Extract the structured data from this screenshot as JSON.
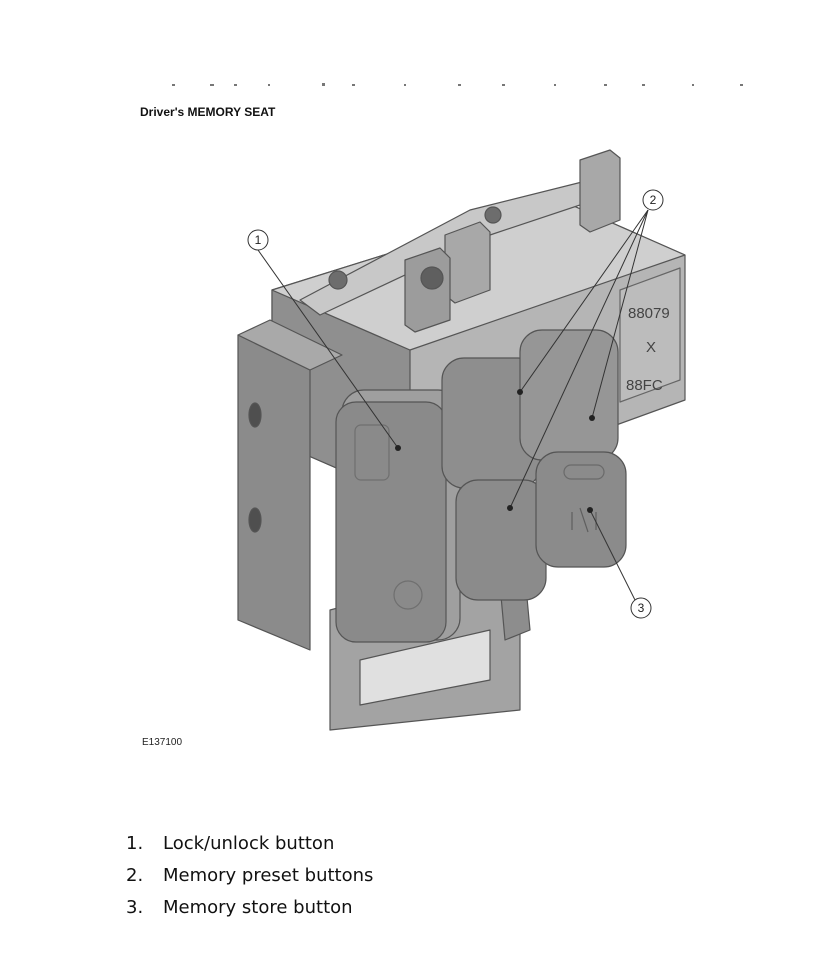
{
  "figure": {
    "title": "Driver's MEMORY SEAT",
    "image_id": "E137100",
    "callouts": [
      "1",
      "2",
      "3"
    ],
    "part_stamp": [
      "88079",
      "X",
      "88FC"
    ]
  },
  "legend": [
    {
      "number": "1.",
      "text": "Lock/unlock button"
    },
    {
      "number": "2.",
      "text": "Memory preset buttons"
    },
    {
      "number": "3.",
      "text": "Memory store button"
    }
  ]
}
